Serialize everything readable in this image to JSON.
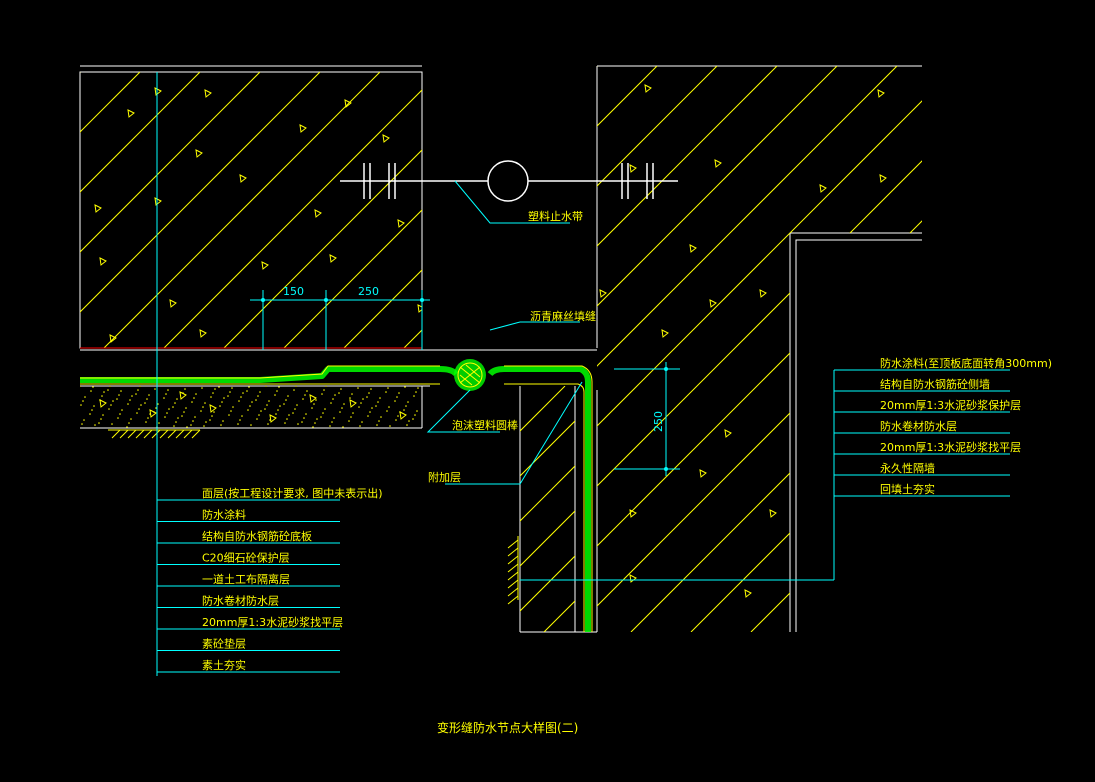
{
  "drawing": {
    "title": "变形缝防水节点大样图(二)",
    "labels": {
      "waterstop": "塑料止水带",
      "sealant": "沥青麻丝填缝",
      "foam_rod": "泡沫塑料圆棒",
      "additional_layer": "附加层"
    },
    "dimensions": {
      "d1": "150",
      "d2": "250",
      "d3": "250"
    },
    "left_callouts": [
      "面层(按工程设计要求, 图中未表示出)",
      "防水涂料",
      "结构自防水钢筋砼底板",
      "C20细石砼保护层",
      "一道土工布隔离层",
      "防水卷材防水层",
      "20mm厚1:3水泥砂浆找平层",
      "素砼垫层",
      "素土夯实"
    ],
    "right_callouts": [
      "防水涂料(至顶板底面转角300mm)",
      "结构自防水钢筋砼侧墙",
      "20mm厚1:3水泥砂浆保护层",
      "防水卷材防水层",
      "20mm厚1:3水泥砂浆找平层",
      "永久性隔墙",
      "回填土夯实"
    ]
  },
  "colors": {
    "background": "#000000",
    "hatch": "#ffff00",
    "leader": "#00ffff",
    "outline": "#ffffff",
    "membrane": "#00ff00",
    "red_line": "#ff0000"
  }
}
